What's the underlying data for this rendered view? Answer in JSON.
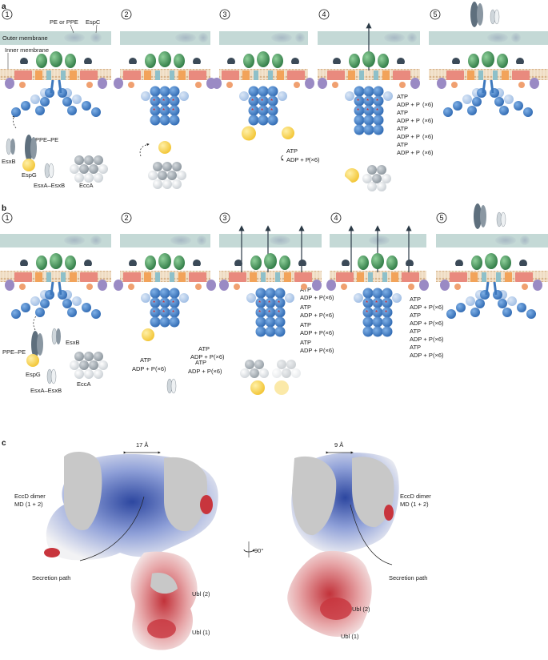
{
  "panel_a": {
    "letter": "a",
    "steps": [
      "1",
      "2",
      "3",
      "4",
      "5"
    ],
    "labels": {
      "pe_ppe": "PE or PPE",
      "espc": "EspC",
      "outer_membrane": "Outer membrane",
      "inner_membrane": "Inner membrane",
      "esxb": "EsxB",
      "ppe_pe": "PPE–PE",
      "espg": "EspG",
      "esxa_esxb": "EsxA–EsxB",
      "ecca": "EccA"
    },
    "atp": "ATP",
    "adp": "ADP + P",
    "pi_sub": "i",
    "x6": "(×6)"
  },
  "panel_b": {
    "letter": "b",
    "steps": [
      "1",
      "2",
      "3",
      "4",
      "5"
    ],
    "labels": {
      "ppe_pe": "PPE–PE",
      "esxb": "EsxB",
      "espg": "EspG",
      "esxa_esxb": "EsxA–EsxB",
      "ecca": "EccA"
    }
  },
  "panel_c": {
    "letter": "c",
    "width_left": "17 Å",
    "width_right": "9 Å",
    "eccd_line1": "EccD dimer",
    "eccd_line2": "MD (1 + 2)",
    "secretion_path": "Secretion path",
    "ubl2": "Ubl (2)",
    "ubl1": "Ubl (1)",
    "rotation": "90°"
  },
  "colors": {
    "outer_membrane": "#c4d9d6",
    "inner_membrane": "#f0dcc4",
    "ecc_blue_dark": "#3d78bd",
    "ecc_blue_light": "#a9c3e6",
    "ecc_green": "#3f8a55",
    "ecc_salmon": "#e98a7e",
    "ecc_purple": "#9a8ac4",
    "espg_yellow": "#f7cf48",
    "substrate_grey": "#5e6f7d",
    "surface_grey": "#c8c8c8",
    "surface_red": "#c8353d",
    "surface_blue": "#2f4fa6"
  }
}
